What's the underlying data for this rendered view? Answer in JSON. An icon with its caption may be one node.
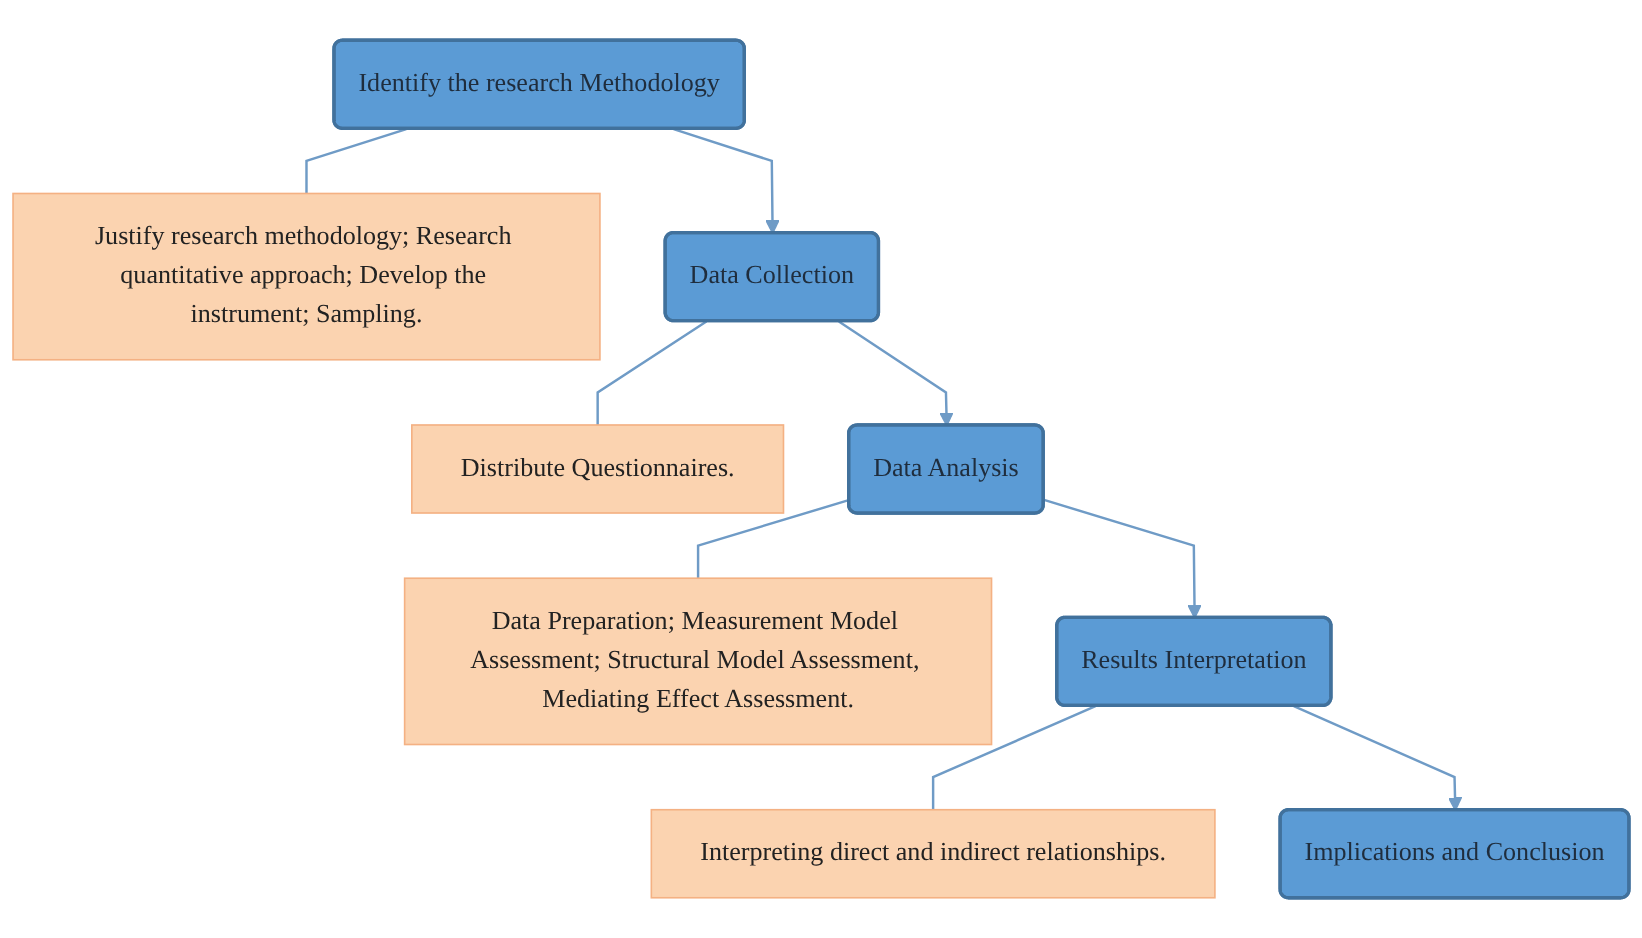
{
  "diagram": {
    "nodes": [
      {
        "text": [
          "Identify the research Methodology"
        ]
      },
      {
        "text": [
          "Justify research methodology; Research quantitative approach; Develop the instrument; Sampling."
        ]
      },
      {
        "text": [
          "Data Collection"
        ]
      },
      {
        "text": [
          "Distribute Questionnaires."
        ]
      },
      {
        "text": [
          "Data Analysis"
        ]
      },
      {
        "text": [
          "Data Preparation; Measurement Model Assessment; Structural Model Assessment, Mediating Effect Assessment."
        ]
      },
      {
        "text": [
          "Results Interpretation"
        ]
      },
      {
        "text": [
          "Interpreting direct and indirect relationships."
        ]
      },
      {
        "text": [
          "Implications and Conclusion"
        ]
      }
    ],
    "edges": [
      {
        "from": 0,
        "to": 1,
        "arrow": "none"
      },
      {
        "from": 0,
        "to": 2,
        "arrow": "to"
      },
      {
        "from": 2,
        "to": 3,
        "arrow": "none"
      },
      {
        "from": 2,
        "to": 4,
        "arrow": "to"
      },
      {
        "from": 4,
        "to": 5,
        "arrow": "none"
      },
      {
        "from": 4,
        "to": 6,
        "arrow": "to"
      },
      {
        "from": 6,
        "to": 7,
        "arrow": "none"
      },
      {
        "from": 6,
        "to": 8,
        "arrow": "to"
      }
    ]
  }
}
